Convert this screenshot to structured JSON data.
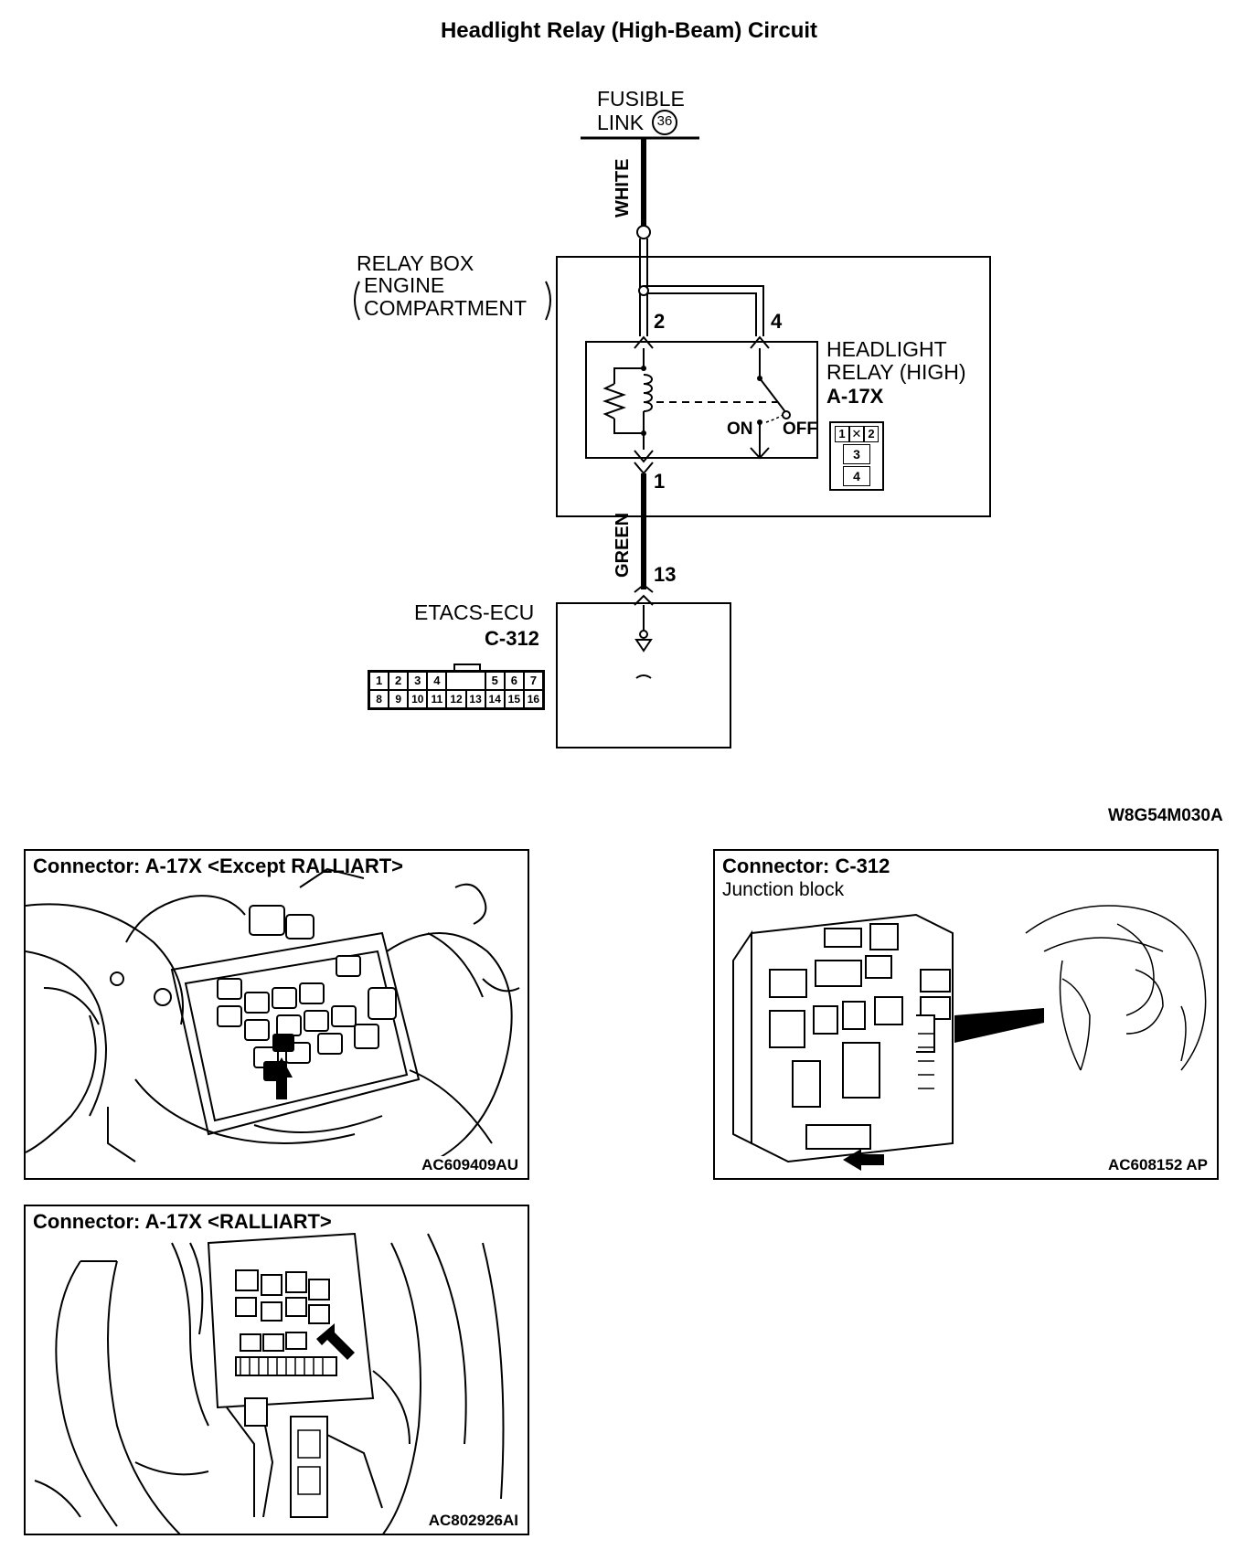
{
  "title": "Headlight Relay (High-Beam) Circuit",
  "fusible_link": {
    "line1": "FUSIBLE",
    "line2": "LINK",
    "number": "36"
  },
  "wires": {
    "white": "WHITE",
    "green": "GREEN"
  },
  "relay_box": {
    "line1": "RELAY BOX",
    "line2": "ENGINE",
    "line3": "COMPARTMENT"
  },
  "relay": {
    "line1": "HEADLIGHT",
    "line2": "RELAY (HIGH)",
    "code": "A-17X",
    "pins": {
      "p1": "1",
      "p2": "2",
      "p4": "4"
    },
    "switch_on": "ON",
    "switch_off": "OFF",
    "connector_pins": [
      "1",
      "2",
      "3",
      "4"
    ]
  },
  "ecu": {
    "name": "ETACS-ECU",
    "code": "C-312",
    "pin": "13",
    "connector_row1": [
      "1",
      "2",
      "3",
      "4",
      "",
      "5",
      "6",
      "7"
    ],
    "connector_row2": [
      "8",
      "9",
      "10",
      "11",
      "12",
      "13",
      "14",
      "15",
      "16"
    ]
  },
  "diagram_code": "W8G54M030A",
  "panels": {
    "a17x_except": {
      "title": "Connector: A-17X <Except RALLIART>",
      "code": "AC609409AU"
    },
    "c312": {
      "title": "Connector: C-312",
      "subtitle": "Junction block",
      "code": "AC608152 AP"
    },
    "a17x_ralliart": {
      "title": "Connector: A-17X <RALLIART>",
      "code": "AC802926AI"
    }
  }
}
